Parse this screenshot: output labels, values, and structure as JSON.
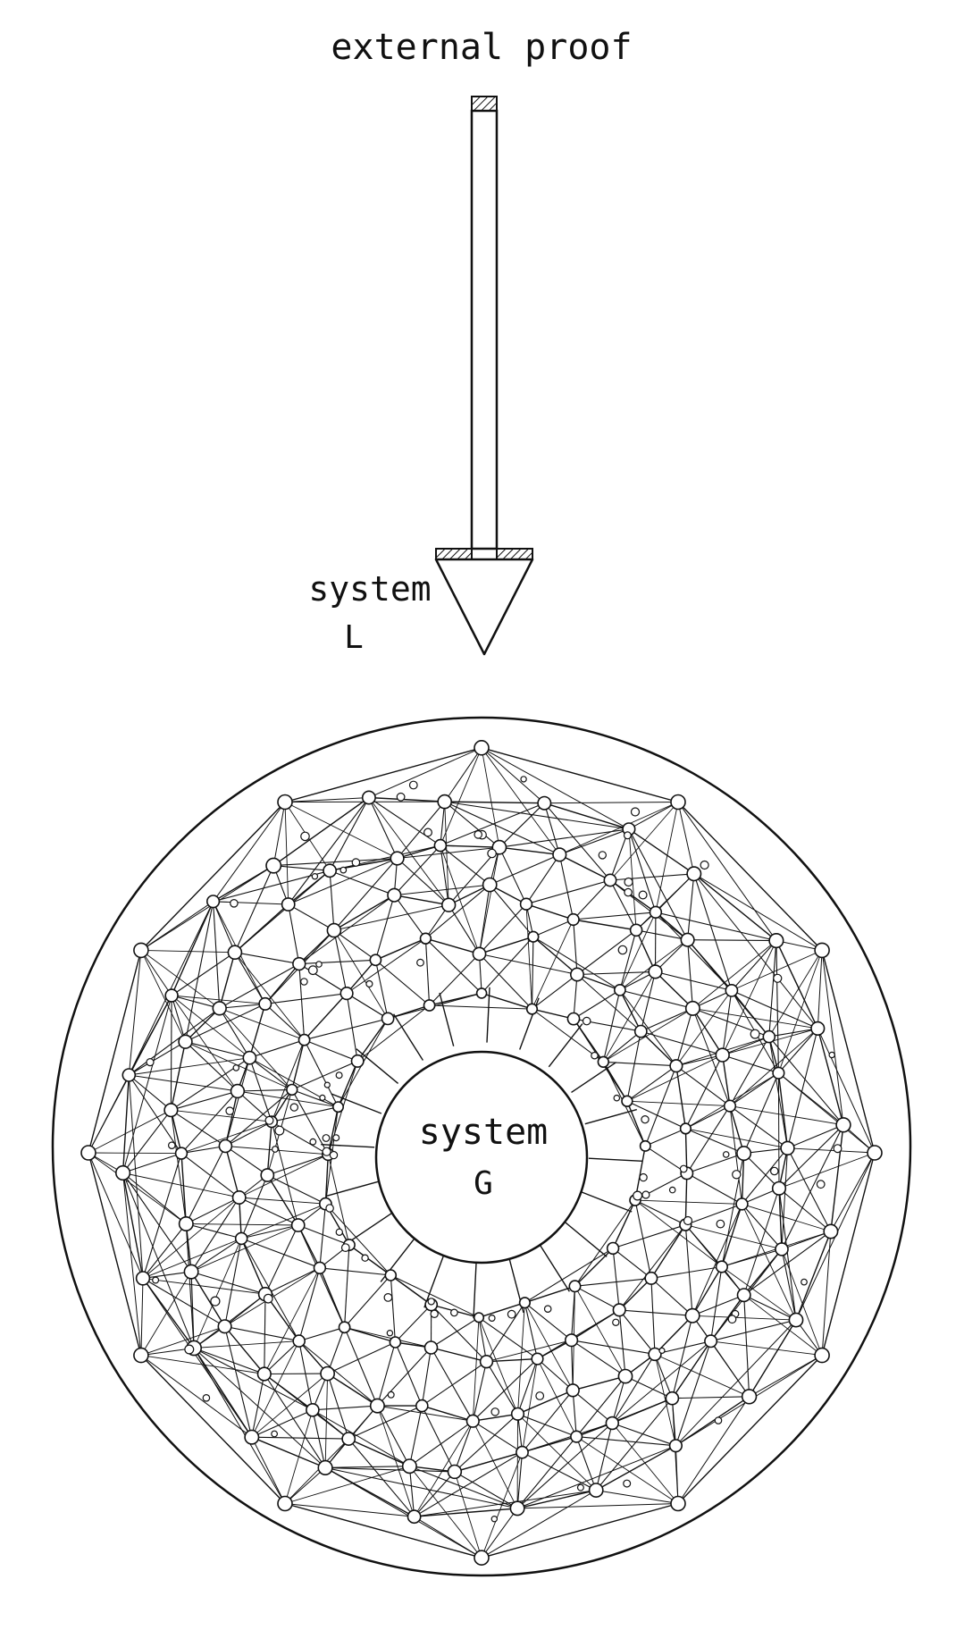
{
  "labels": {
    "top": "external proof",
    "left_line1": "system",
    "left_line2": "L",
    "center_line1": "system",
    "center_line2": "G"
  },
  "colors": {
    "ink": "#111111",
    "background": "#ffffff",
    "node_fill": "#ffffff"
  }
}
